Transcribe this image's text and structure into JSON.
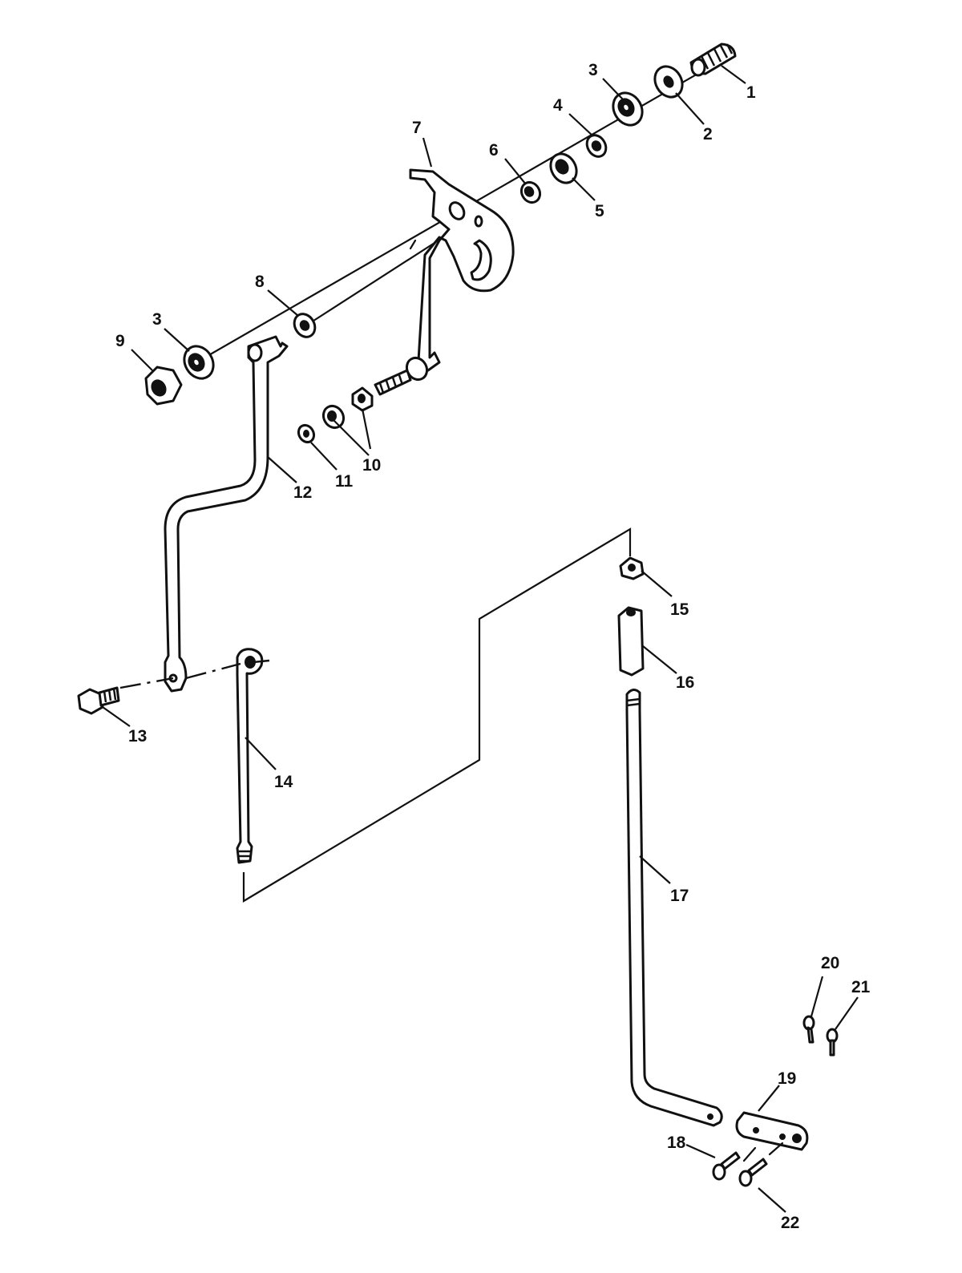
{
  "callouts": [
    {
      "id": "1",
      "text": "1"
    },
    {
      "id": "2",
      "text": "2"
    },
    {
      "id": "3a",
      "text": "3"
    },
    {
      "id": "3b",
      "text": "3"
    },
    {
      "id": "4",
      "text": "4"
    },
    {
      "id": "5",
      "text": "5"
    },
    {
      "id": "6",
      "text": "6"
    },
    {
      "id": "7",
      "text": "7"
    },
    {
      "id": "8",
      "text": "8"
    },
    {
      "id": "9",
      "text": "9"
    },
    {
      "id": "10",
      "text": "10"
    },
    {
      "id": "11",
      "text": "11"
    },
    {
      "id": "12",
      "text": "12"
    },
    {
      "id": "13",
      "text": "13"
    },
    {
      "id": "14",
      "text": "14"
    },
    {
      "id": "15",
      "text": "15"
    },
    {
      "id": "16",
      "text": "16"
    },
    {
      "id": "17",
      "text": "17"
    },
    {
      "id": "18",
      "text": "18"
    },
    {
      "id": "19",
      "text": "19"
    },
    {
      "id": "20",
      "text": "20"
    },
    {
      "id": "21",
      "text": "21"
    },
    {
      "id": "22",
      "text": "22"
    }
  ]
}
